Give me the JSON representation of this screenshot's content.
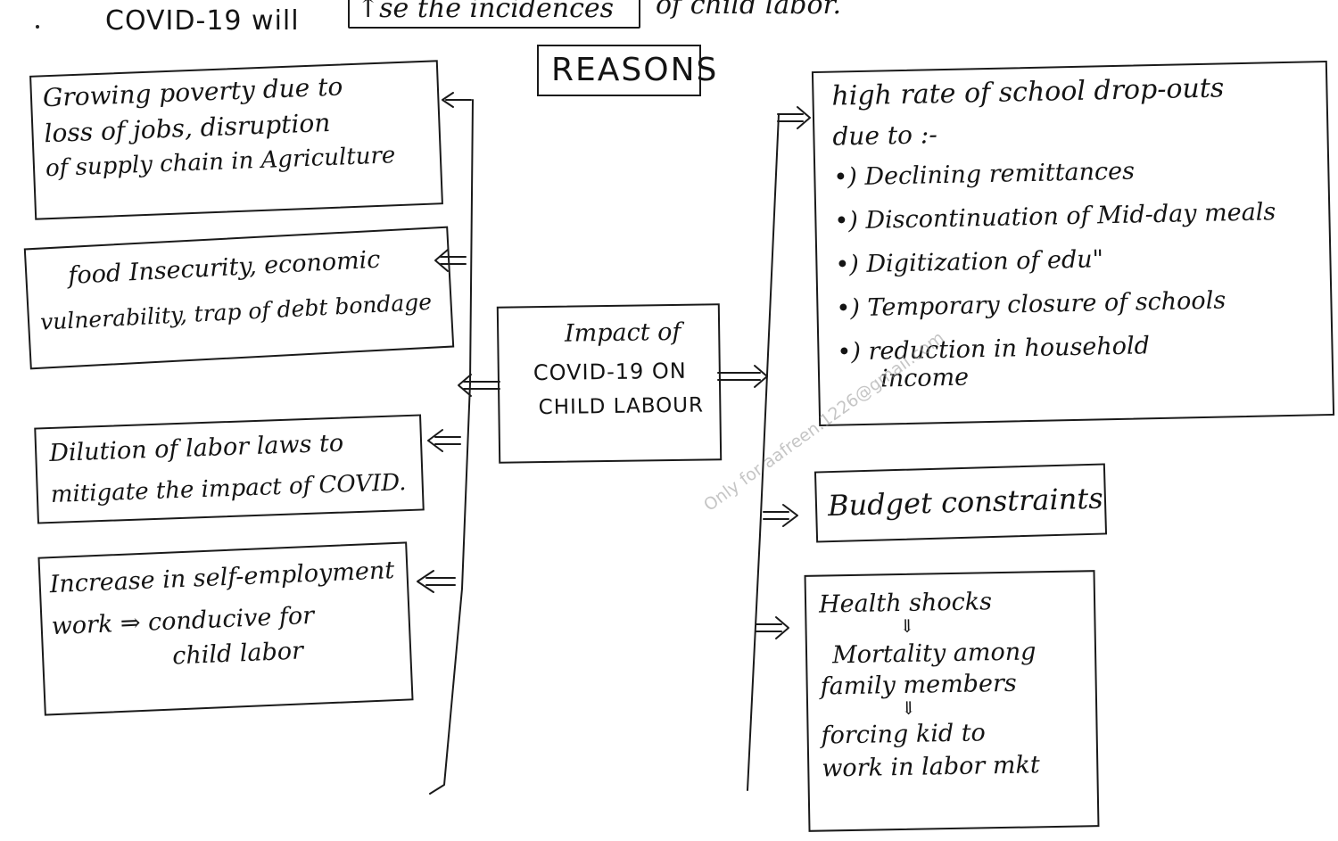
{
  "header": {
    "prefix": "COVID-19 will",
    "boxed": "↑se the incidences",
    "suffix": "of child labor."
  },
  "reasons_label": "REASONS",
  "center": {
    "lines": [
      "Impact of",
      "COVID-19 ON",
      "CHILD LABOUR"
    ]
  },
  "left_boxes": [
    {
      "lines": [
        "Growing poverty due to",
        "loss of jobs, disruption",
        "of supply chain in Agriculture"
      ]
    },
    {
      "lines": [
        "food Insecurity, economic",
        "vulnerability, trap of debt bondage"
      ]
    },
    {
      "lines": [
        "Dilution of labor laws to",
        "mitigate the impact of COVID."
      ]
    },
    {
      "lines": [
        "Increase in self-employment",
        "work ⇒ conducive for",
        "child labor"
      ]
    }
  ],
  "right_boxes": [
    {
      "lines": [
        "high rate of school drop-outs",
        "due to :-",
        "•) Declining remittances",
        "•) Discontinuation of Mid-day meals",
        "•) Digitization of edu\"",
        "•) Temporary closure of schools",
        "•) reduction in household",
        "income"
      ]
    },
    {
      "lines": [
        "Budget constraints"
      ]
    },
    {
      "lines": [
        "Health shocks",
        "⇓",
        "Mortality among",
        "family members",
        "⇓",
        "forcing kid to",
        "work in labor mkt"
      ]
    }
  ],
  "watermark": "Only for aafreen.1226@gmail.com"
}
